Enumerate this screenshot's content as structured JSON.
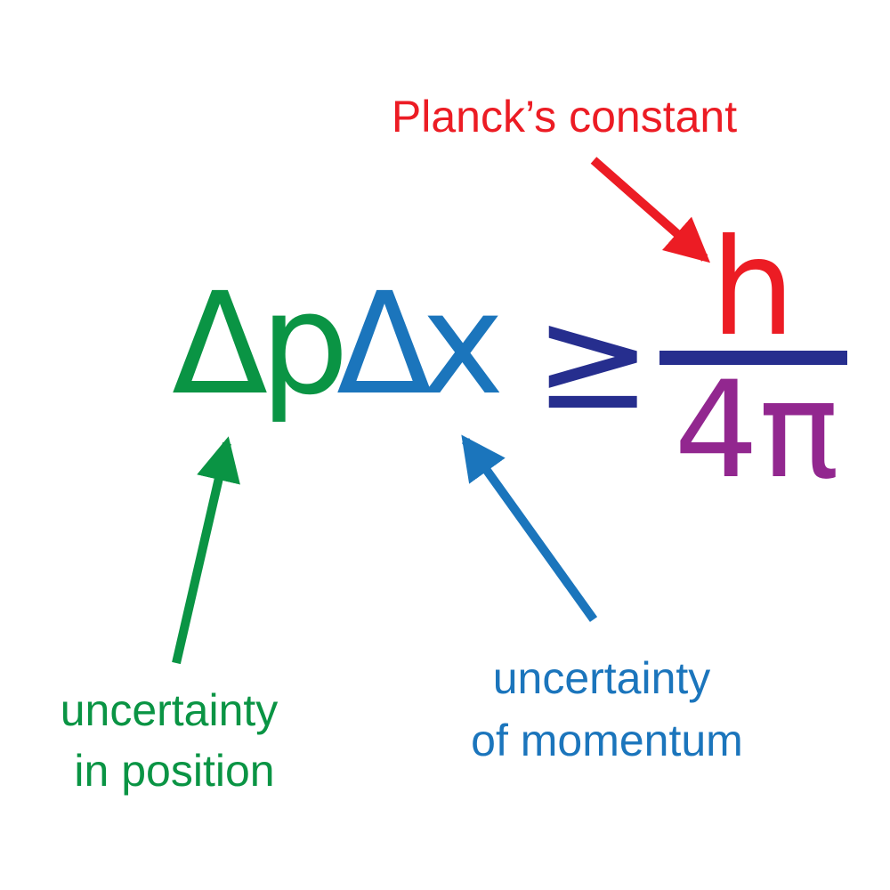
{
  "formula": {
    "delta_p_symbol": "Δ",
    "delta_p_letter": "p",
    "delta_x_symbol": "Δ",
    "delta_x_letter": "x",
    "relation": "≥",
    "numerator": "h",
    "denominator": "4π"
  },
  "labels": {
    "planck": "Planck’s constant",
    "position_line1": "uncertainty",
    "position_line2": "in position",
    "momentum_line1": "uncertainty",
    "momentum_line2": "of momentum"
  },
  "colors": {
    "green": "#0a9444",
    "blue": "#1b75bc",
    "navy": "#262e8e",
    "red": "#ec1c24",
    "purple": "#92278f"
  }
}
